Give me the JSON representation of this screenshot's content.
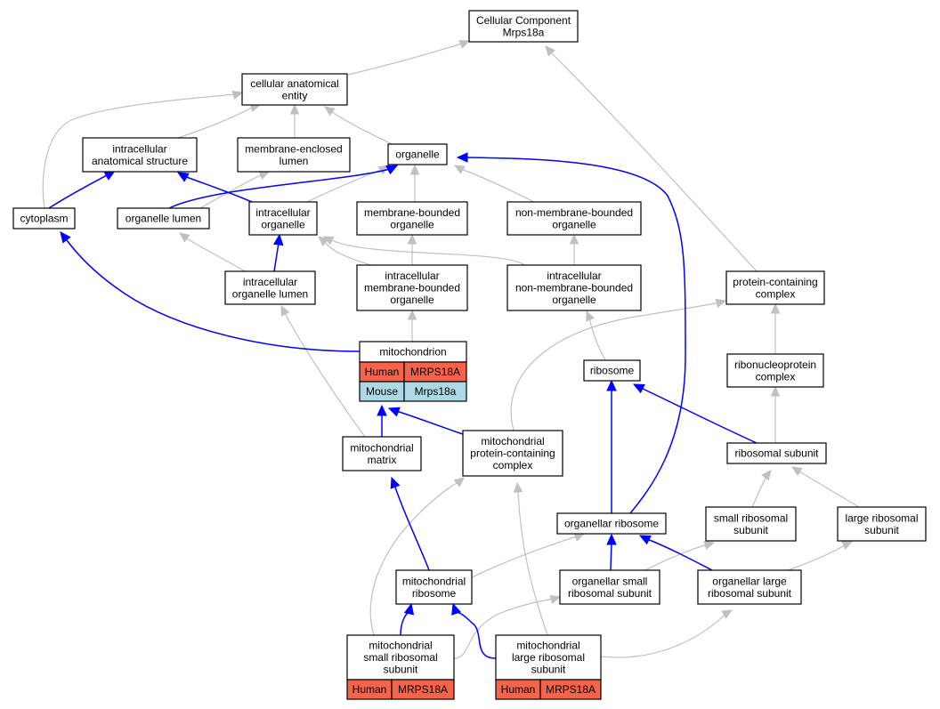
{
  "diagram": {
    "nodes": {
      "root": {
        "lines": [
          "Cellular Component",
          "Mrps18a"
        ]
      },
      "cae": {
        "lines": [
          "cellular anatomical",
          "entity"
        ]
      },
      "ias": {
        "lines": [
          "intracellular",
          "anatomical structure"
        ]
      },
      "mel": {
        "lines": [
          "membrane-enclosed",
          "lumen"
        ]
      },
      "organelle": {
        "lines": [
          "organelle"
        ]
      },
      "cytoplasm": {
        "lines": [
          "cytoplasm"
        ]
      },
      "orglumen": {
        "lines": [
          "organelle lumen"
        ]
      },
      "intraorg": {
        "lines": [
          "intracellular",
          "organelle"
        ]
      },
      "mbo": {
        "lines": [
          "membrane-bounded",
          "organelle"
        ]
      },
      "nmbo": {
        "lines": [
          "non-membrane-bounded",
          "organelle"
        ]
      },
      "iol": {
        "lines": [
          "intracellular",
          "organelle lumen"
        ]
      },
      "imbo": {
        "lines": [
          "intracellular",
          "membrane-bounded",
          "organelle"
        ]
      },
      "inmbo": {
        "lines": [
          "intracellular",
          "non-membrane-bounded",
          "organelle"
        ]
      },
      "pcc": {
        "lines": [
          "protein-containing",
          "complex"
        ]
      },
      "mito": {
        "lines": [
          "mitochondrion"
        ],
        "annotations": [
          {
            "species": "Human",
            "gene": "MRPS18A",
            "color": "#f4644b"
          },
          {
            "species": "Mouse",
            "gene": "Mrps18a",
            "color": "#add8e6"
          }
        ]
      },
      "ribosome": {
        "lines": [
          "ribosome"
        ]
      },
      "rnpc": {
        "lines": [
          "ribonucleoprotein",
          "complex"
        ]
      },
      "mmatrix": {
        "lines": [
          "mitochondrial",
          "matrix"
        ]
      },
      "mpcc": {
        "lines": [
          "mitochondrial",
          "protein-containing",
          "complex"
        ]
      },
      "ribosub": {
        "lines": [
          "ribosomal subunit"
        ]
      },
      "orgribo": {
        "lines": [
          "organellar ribosome"
        ]
      },
      "srs": {
        "lines": [
          "small ribosomal",
          "subunit"
        ]
      },
      "lrs": {
        "lines": [
          "large ribosomal",
          "subunit"
        ]
      },
      "mribo": {
        "lines": [
          "mitochondrial",
          "ribosome"
        ]
      },
      "osrs": {
        "lines": [
          "organellar small",
          "ribosomal subunit"
        ]
      },
      "olrs": {
        "lines": [
          "organellar large",
          "ribosomal subunit"
        ]
      },
      "msrs": {
        "lines": [
          "mitochondrial",
          "small ribosomal",
          "subunit"
        ],
        "annotations": [
          {
            "species": "Human",
            "gene": "MRPS18A",
            "color": "#f4644b"
          }
        ]
      },
      "mlrs": {
        "lines": [
          "mitochondrial",
          "large ribosomal",
          "subunit"
        ],
        "annotations": [
          {
            "species": "Human",
            "gene": "MRPS18A",
            "color": "#f4644b"
          }
        ]
      }
    },
    "edge_colors": {
      "is_a": "#c0c0c0",
      "part_of": "#0000ff"
    }
  }
}
